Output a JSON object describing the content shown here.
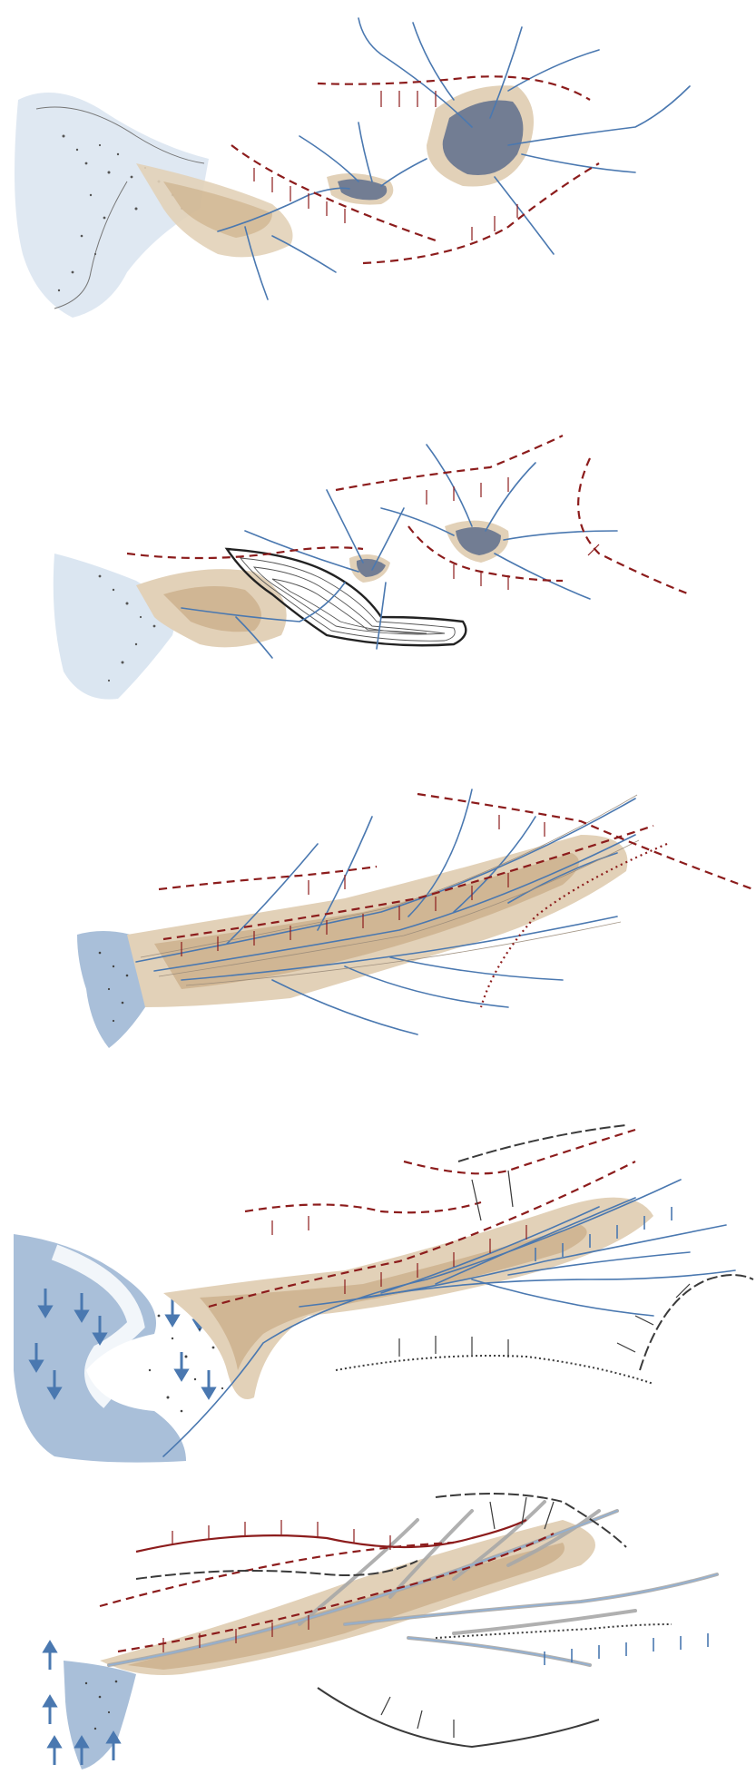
{
  "figure": {
    "panel_count": 5,
    "panels": [
      {
        "id": "panel-1"
      },
      {
        "id": "panel-2"
      },
      {
        "id": "panel-3"
      },
      {
        "id": "panel-4"
      },
      {
        "id": "panel-5"
      }
    ]
  },
  "colors": {
    "channel_blue": "#4a78b0",
    "channel_blue_light": "#8fb0d6",
    "sediment_tan": "#c9ab84",
    "sediment_tan_light": "#e2d1b8",
    "fault_red": "#8c1c1c",
    "fault_dark": "#3a3a3a",
    "sea_blue": "#a9bfd9",
    "lake_dark": "#56688a",
    "contour_gray": "#555555",
    "stipple": "#444444"
  }
}
